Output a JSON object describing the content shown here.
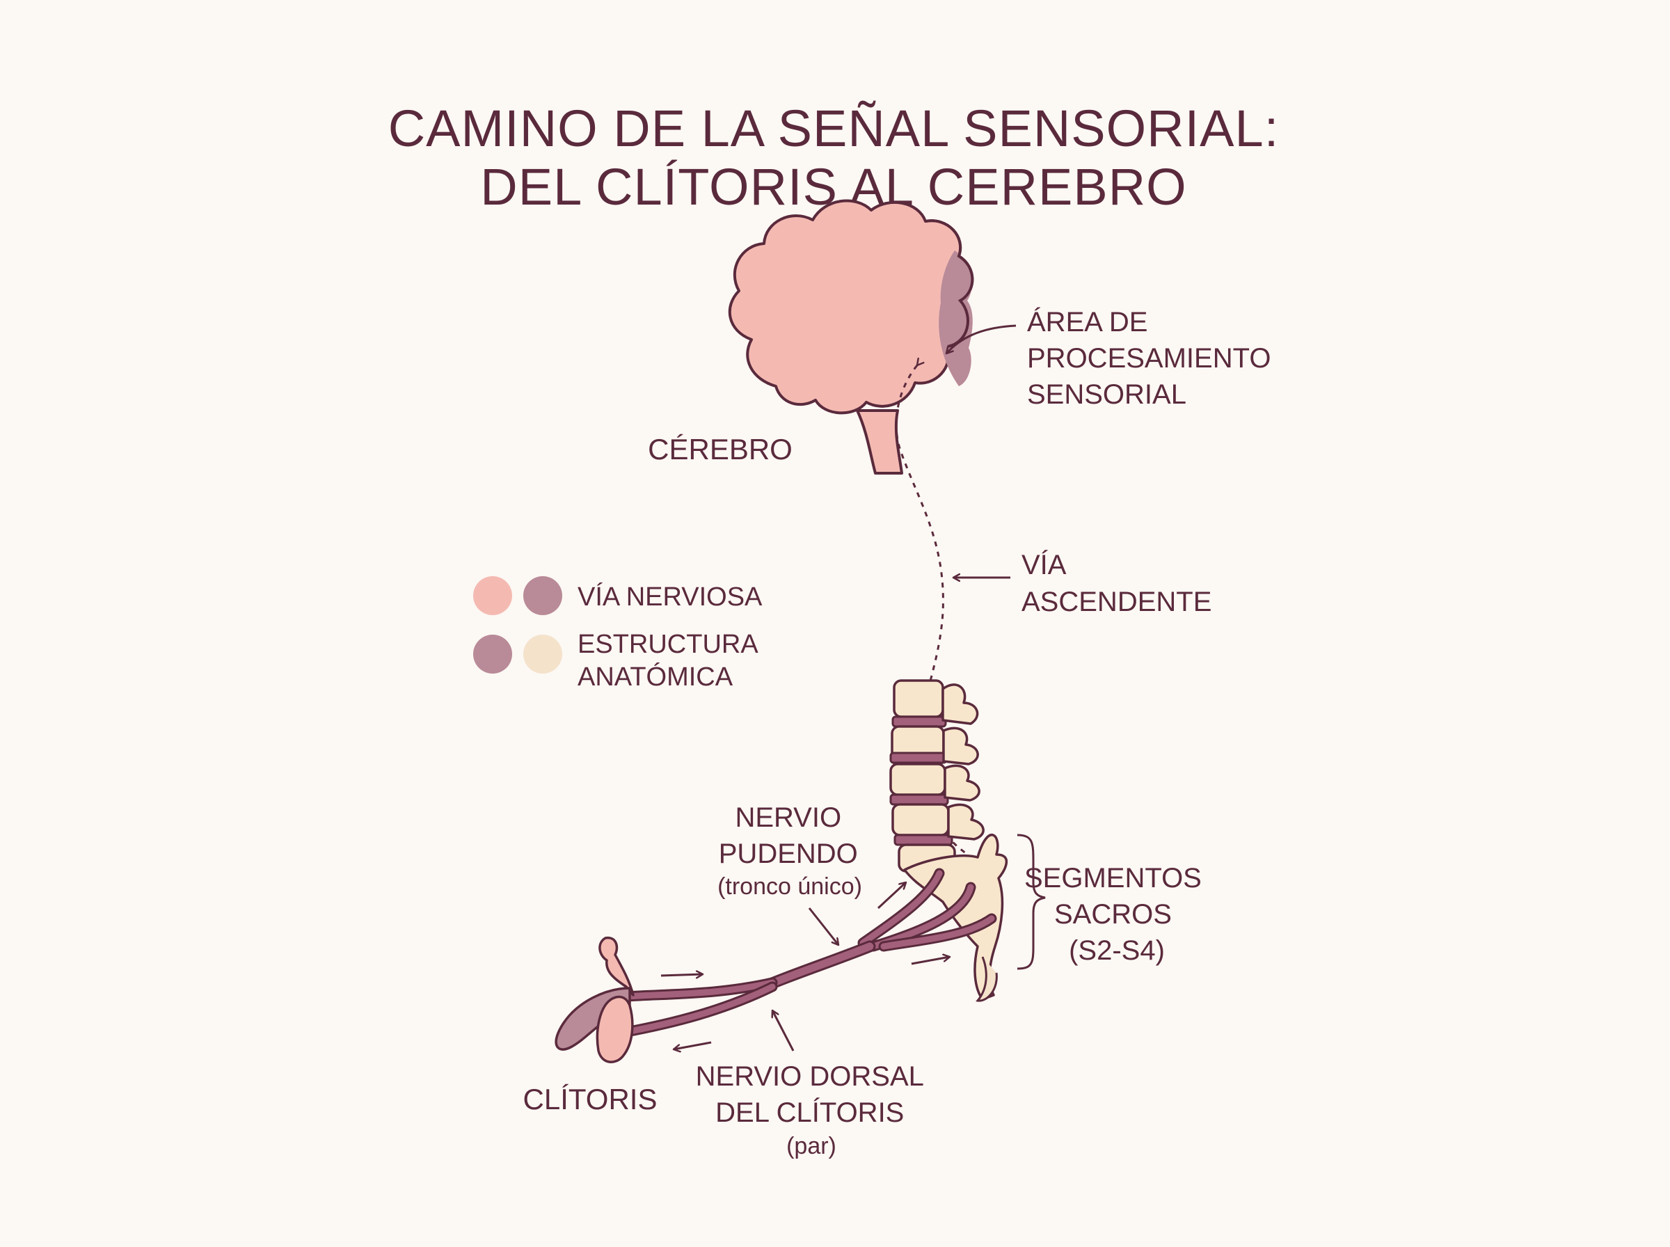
{
  "title": {
    "line1": "CAMINO DE LA SEÑAL SENSORIAL:",
    "line2": "DEL CLÍTORIS AL CEREBRO"
  },
  "labels": {
    "brain": "CÉREBRO",
    "processing_area": [
      "ÁREA DE",
      "PROCESAMIENTO",
      "SENSORIAL"
    ],
    "ascending_path": [
      "VÍA",
      "ASCENDENTE"
    ],
    "sacral_segments": [
      "SEGMENTOS",
      "SACROS",
      "(S2-S4)"
    ],
    "pudendal_nerve": [
      "NERVIO",
      "PUDENDO",
      "(tronco único)"
    ],
    "dorsal_nerve": [
      "NERVIO DORSAL",
      "DEL CLÍTORIS",
      "(par)"
    ],
    "clitoris": "CLÍTORIS"
  },
  "legend": [
    {
      "label": [
        "VÍA NERVIOSA"
      ],
      "colors": [
        "#f4bab2",
        "#b98a98"
      ]
    },
    {
      "label": [
        "ESTRUCTURA",
        "ANATÓMICA"
      ],
      "colors": [
        "#b98a98",
        "#f4e2cb"
      ]
    }
  ],
  "colors": {
    "background": "#fcf8f4",
    "text": "#5a2a3c",
    "brain": "#f4bab2",
    "processing_area": "#b98a98",
    "bone": "#f8e6cc",
    "disc": "#a3607a",
    "nerve": "#a3607a"
  }
}
